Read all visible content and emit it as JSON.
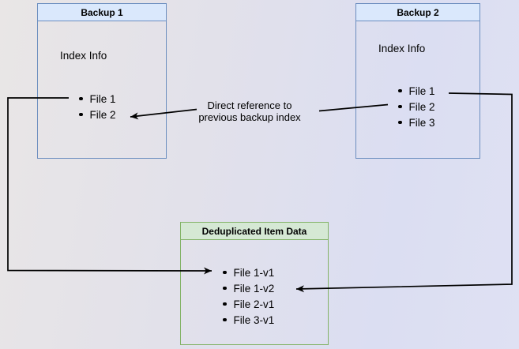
{
  "diagram": {
    "backup1": {
      "title": "Backup 1",
      "subtitle": "Index Info",
      "items": [
        "File 1",
        "File 2"
      ]
    },
    "backup2": {
      "title": "Backup 2",
      "subtitle": "Index Info",
      "items": [
        "File 1",
        "File 2",
        "File 3"
      ]
    },
    "dedup": {
      "title": "Deduplicated Item Data",
      "items": [
        "File 1-v1",
        "File 1-v2",
        "File 2-v1",
        "File 3-v1"
      ]
    },
    "label": {
      "line1": "Direct reference to",
      "line2": "previous backup index"
    },
    "arrows": [
      {
        "from": "Backup 2 / File 2",
        "to": "Backup 1 / File 2",
        "label": "Direct reference to previous backup index"
      },
      {
        "from": "Backup 1 / File 1",
        "to": "Deduplicated Item Data / File 1-v1"
      },
      {
        "from": "Backup 2 / File 1",
        "to": "Deduplicated Item Data / File 1-v2"
      }
    ],
    "colors": {
      "blue_box_border": "#6c8ebf",
      "blue_header_fill": "#dae8fc",
      "green_box_border": "#82b366",
      "green_header_fill": "#d5e8d4",
      "arrow": "#000000",
      "text": "#000000"
    }
  }
}
